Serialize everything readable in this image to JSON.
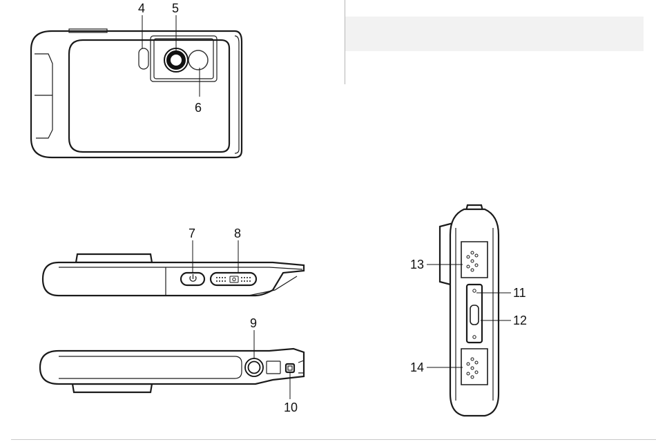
{
  "callouts": {
    "c4": "4",
    "c5": "5",
    "c6": "6",
    "c7": "7",
    "c8": "8",
    "c9": "9",
    "c10": "10",
    "c11": "11",
    "c12": "12",
    "c13": "13",
    "c14": "14"
  },
  "colors": {
    "line": "#1a1a1a",
    "panel": "#f2f2f2",
    "divider": "#b5b5b5"
  },
  "icons": [
    "power-icon",
    "camera-icon",
    "speaker-grille-icon",
    "usb-c-port-icon"
  ]
}
